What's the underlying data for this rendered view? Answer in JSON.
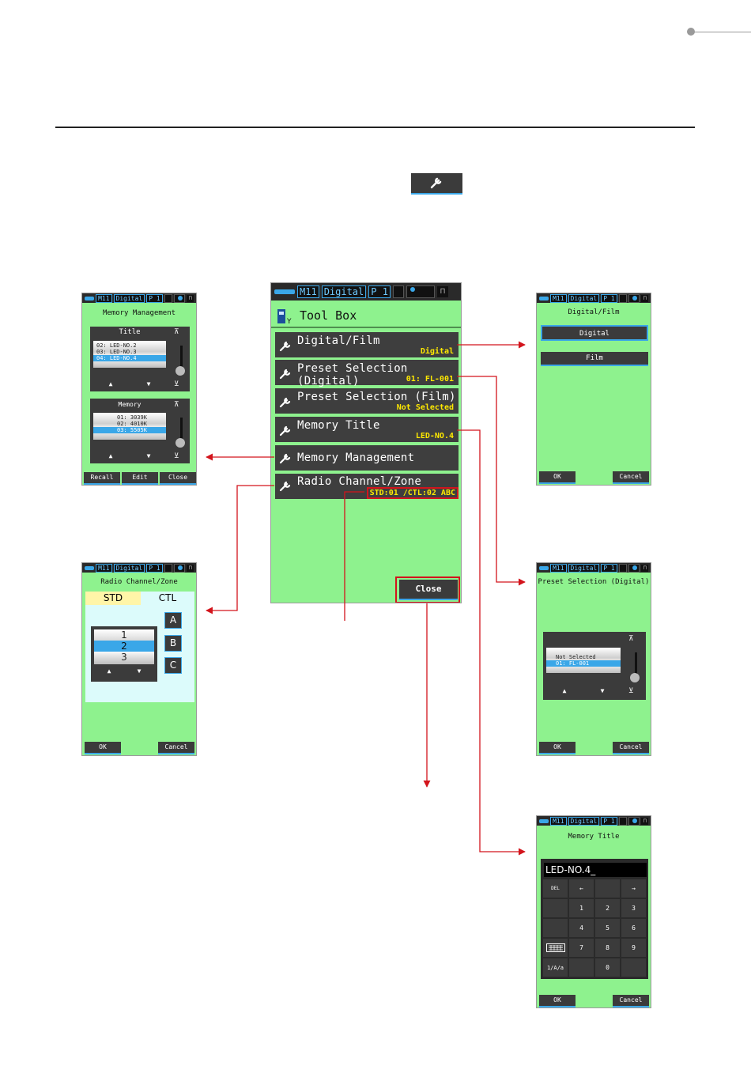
{
  "header": {
    "icon_name": "wrench-icon"
  },
  "status": {
    "mode": "M11",
    "type": "Digital",
    "page": "P 1"
  },
  "main": {
    "title": "Tool Box",
    "items": [
      {
        "label": "Digital/Film",
        "value": "Digital"
      },
      {
        "label": "Preset Selection (Digital)",
        "value": "01: FL-001"
      },
      {
        "label": "Preset Selection (Film)",
        "value": "Not Selected"
      },
      {
        "label": "Memory Title",
        "value": "LED-NO.4"
      },
      {
        "label": "Memory Management",
        "value": ""
      },
      {
        "label": "Radio Channel/Zone",
        "value": "STD:01 /CTL:02 ABC"
      }
    ],
    "close_label": "Close"
  },
  "memory_mgmt": {
    "title": "Memory Management",
    "title_section": "Title",
    "title_rows": [
      "02: LED-NO.2",
      "03: LED-NO.3",
      "04: LED-NO.4"
    ],
    "memory_section": "Memory",
    "memory_rows": [
      "01:  3039K",
      "02:  4010K",
      "03:  5505K"
    ],
    "buttons": [
      "Recall",
      "Edit",
      "Close"
    ]
  },
  "digital_film": {
    "title": "Digital/Film",
    "options": [
      "Digital",
      "Film"
    ],
    "ok": "OK",
    "cancel": "Cancel"
  },
  "radio": {
    "title": "Radio Channel/Zone",
    "tab_std": "STD",
    "tab_ctl": "CTL",
    "channels": [
      "1",
      "2",
      "3"
    ],
    "zones": [
      "A",
      "B",
      "C"
    ],
    "ok": "OK",
    "cancel": "Cancel"
  },
  "preset": {
    "title": "Preset Selection (Digital)",
    "rows": [
      "Not Selected",
      "01: FL-001"
    ],
    "ok": "OK",
    "cancel": "Cancel"
  },
  "memory_title": {
    "title": "Memory Title",
    "input": "LED-NO.4_",
    "keys": [
      "DEL",
      "←",
      "",
      "→",
      "",
      "1",
      "2",
      "3",
      "",
      "4",
      "5",
      "6",
      "",
      "7",
      "8",
      "9",
      "1/A/a",
      "",
      "0",
      ""
    ],
    "ok": "OK",
    "cancel": "Cancel"
  },
  "colors": {
    "screen_bg": "#8ef28e",
    "accent": "#3aa7e8",
    "value_yellow": "#ffe900",
    "arrow_red": "#d3141c"
  }
}
